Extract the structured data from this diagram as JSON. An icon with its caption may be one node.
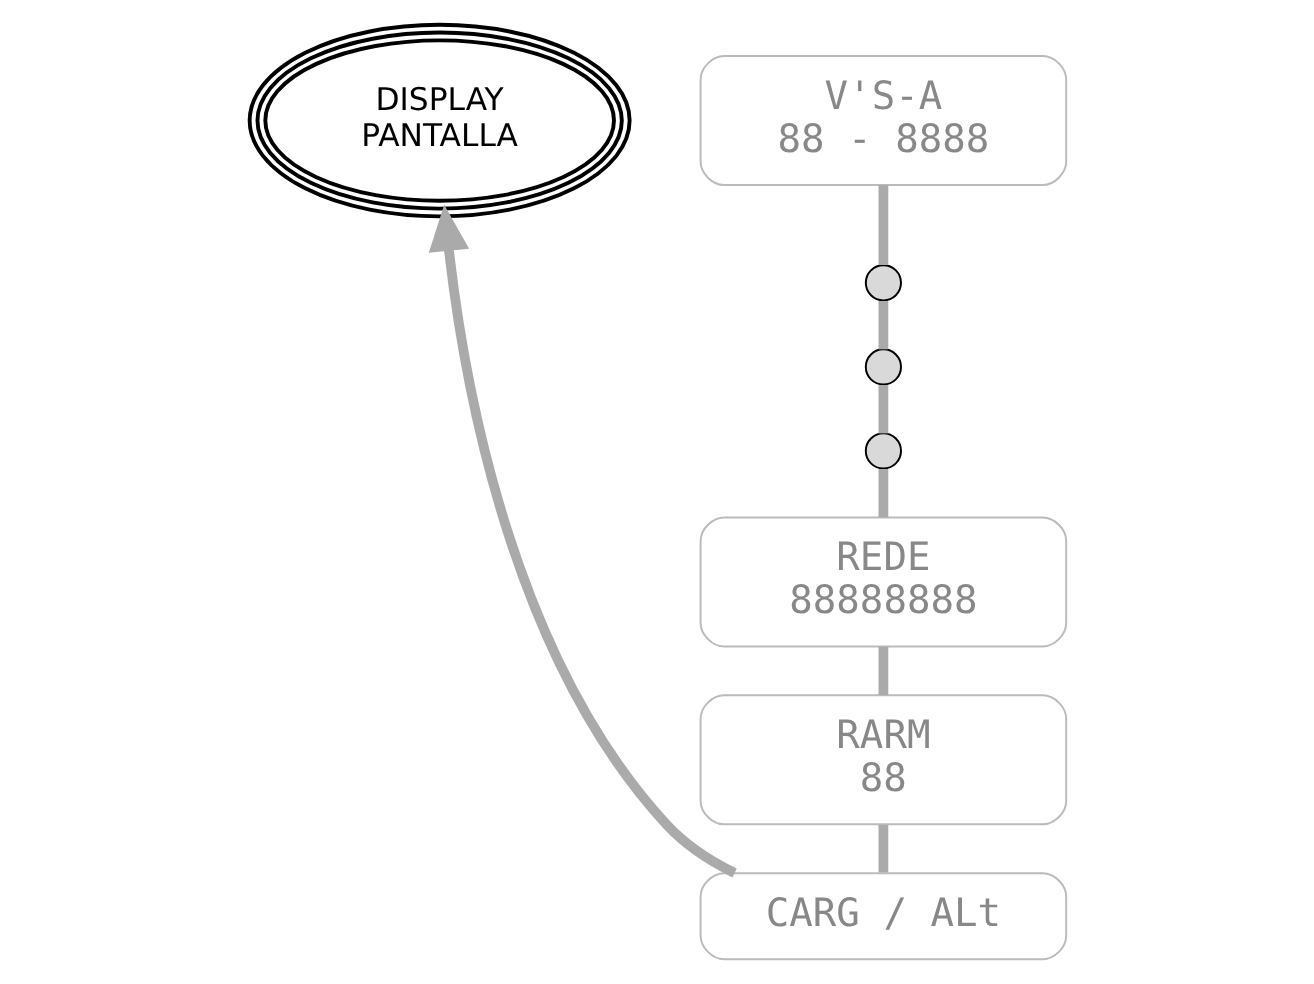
{
  "diagram": {
    "nodes": [
      {
        "text": [
          "DISPLAY",
          "PANTALLA"
        ]
      },
      {
        "text": [
          "V'S-A",
          "88 - 8888"
        ]
      },
      {
        "text": [],
        "shape": "circle"
      },
      {
        "text": [],
        "shape": "circle"
      },
      {
        "text": [],
        "shape": "circle"
      },
      {
        "text": [
          "REDE",
          "88888888"
        ]
      },
      {
        "text": [
          "RARM",
          "88"
        ]
      },
      {
        "text": [
          "CARG / ALt"
        ]
      }
    ],
    "edges": [
      {
        "from": 1,
        "to": 2,
        "arrow": "none"
      },
      {
        "from": 2,
        "to": 3,
        "arrow": "none"
      },
      {
        "from": 3,
        "to": 4,
        "arrow": "none"
      },
      {
        "from": 4,
        "to": 5,
        "arrow": "none"
      },
      {
        "from": 5,
        "to": 6,
        "arrow": "none"
      },
      {
        "from": 6,
        "to": 7,
        "arrow": "none"
      },
      {
        "from": 7,
        "to": 0,
        "arrow": "to"
      }
    ]
  }
}
